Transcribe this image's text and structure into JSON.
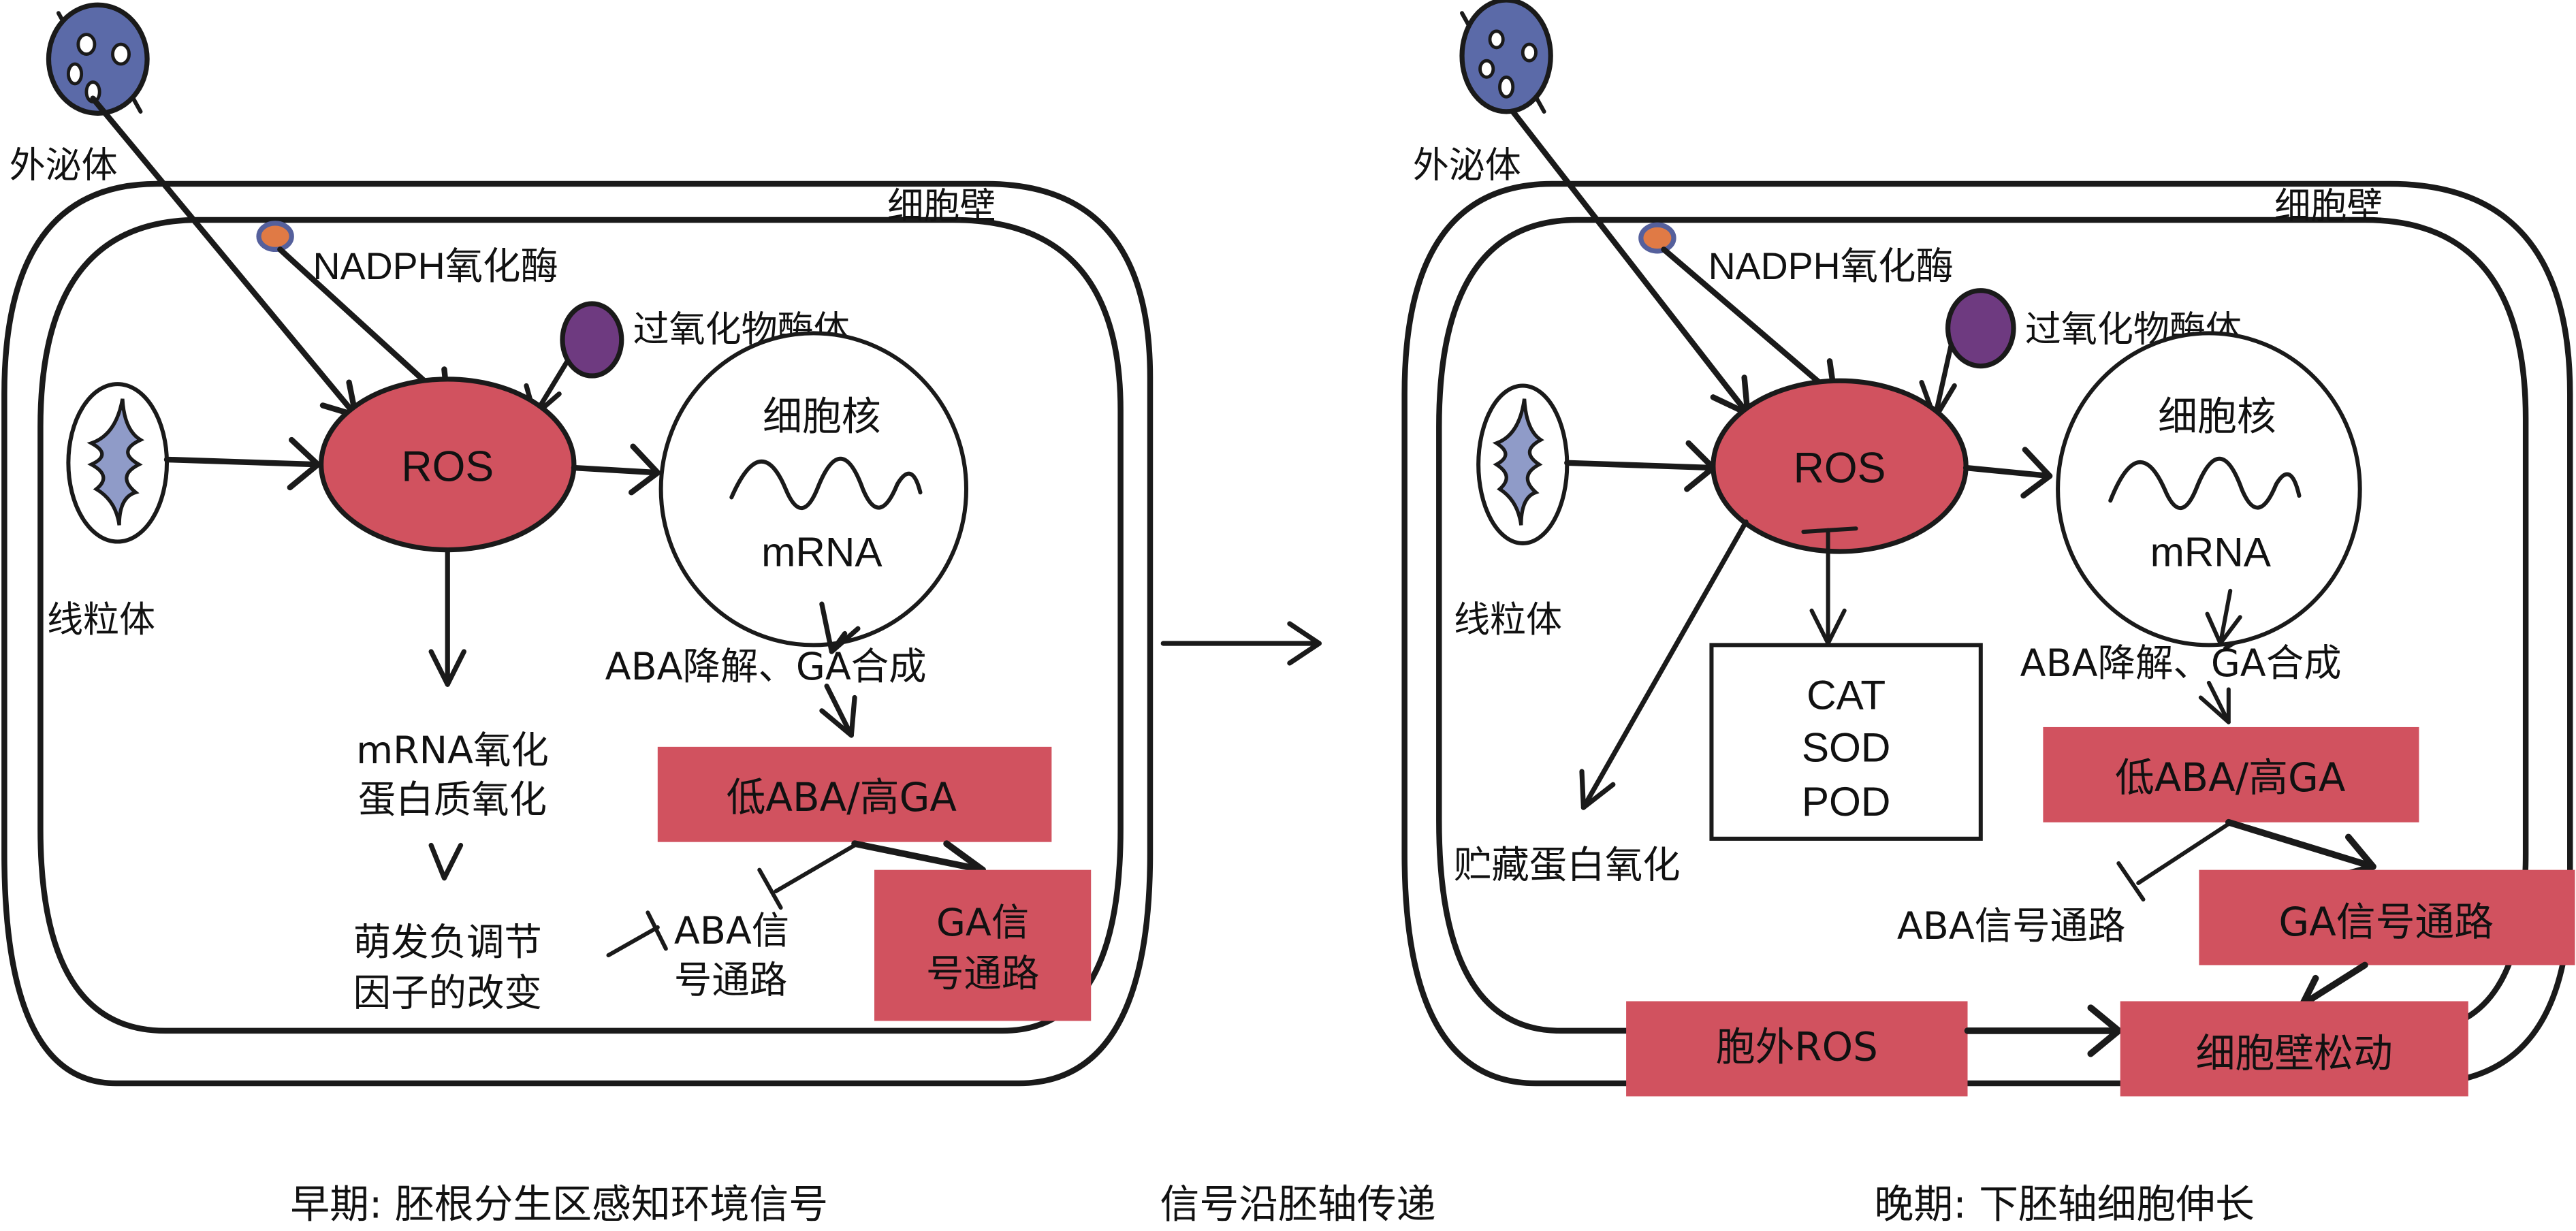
{
  "colors": {
    "ros": "#d1525f",
    "highlight_box": "#d1525f",
    "exosome": "#5b6aa8",
    "nadph": "#e07a45",
    "nadph_ring": "#55609c",
    "peroxisome": "#6e3a80",
    "mitochondria": "#8f9bc8",
    "line": "#1a1a1a"
  },
  "left_panel": {
    "exosome_label": "外泌体",
    "cell_wall_label": "细胞壁",
    "nadph_label": "NADPH氧化酶",
    "peroxisome_label": "过氧化物酶体",
    "mitochondria_label": "线粒体",
    "ros_label": "ROS",
    "nucleus_label": "细胞核",
    "mrna_label": "mRNA",
    "aba_ga_label": "ABA降解、GA合成",
    "low_aba_high_ga": "低ABA/高GA",
    "oxidation_line1": "mRNA氧化",
    "oxidation_line2": "蛋白质氧化",
    "neg_regulator_line1": "萌发负调节",
    "neg_regulator_line2": "因子的改变",
    "aba_signal_line1": "ABA信",
    "aba_signal_line2": "号通路",
    "ga_signal_line1": "GA信",
    "ga_signal_line2": "号通路"
  },
  "right_panel": {
    "exosome_label": "外泌体",
    "cell_wall_label": "细胞壁",
    "nadph_label": "NADPH氧化酶",
    "peroxisome_label": "过氧化物酶体",
    "mitochondria_label": "线粒体",
    "ros_label": "ROS",
    "nucleus_label": "细胞核",
    "mrna_label": "mRNA",
    "aba_ga_label": "ABA降解、GA合成",
    "low_aba_high_ga": "低ABA/高GA",
    "antioxidant_enzymes": [
      "CAT",
      "SOD",
      "POD"
    ],
    "storage_protein_label": "贮藏蛋白氧化",
    "aba_signal_label": "ABA信号通路",
    "ga_signal_label": "GA信号通路",
    "extracellular_ros_label": "胞外ROS",
    "cell_wall_loosening_label": "细胞壁松动"
  },
  "captions": {
    "early": "早期: 胚根分生区感知环境信号",
    "transmission": "信号沿胚轴传递",
    "late": "晚期: 下胚轴细胞伸长"
  }
}
